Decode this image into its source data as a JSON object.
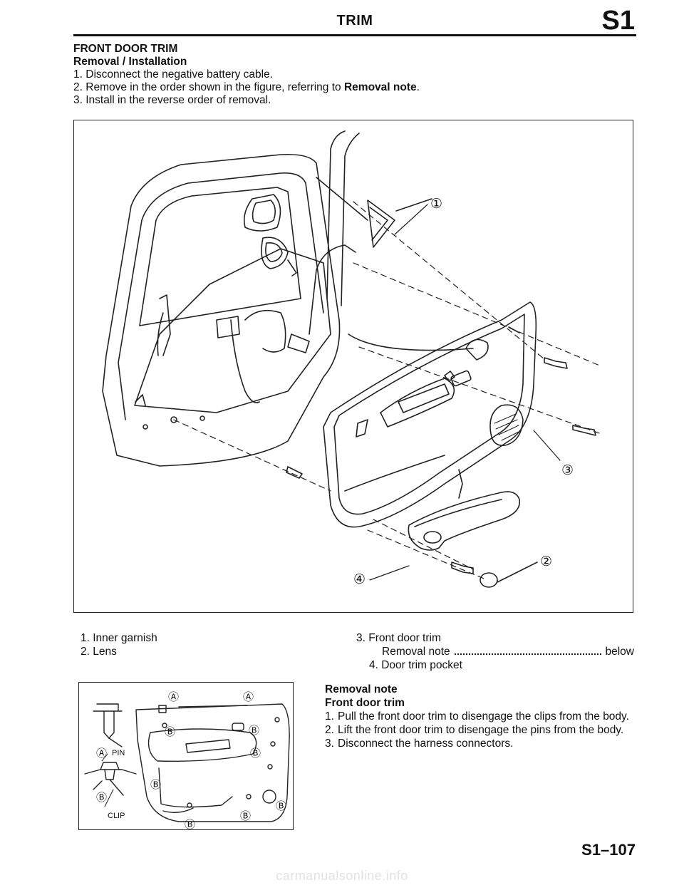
{
  "header": {
    "title": "TRIM",
    "section": "S1"
  },
  "intro": {
    "heading": "FRONT DOOR TRIM",
    "subheading": "Removal / Installation",
    "steps": [
      {
        "num": "1.",
        "text": "Disconnect the negative battery cable."
      },
      {
        "num": "2.",
        "text_before": "Remove in the order shown in the figure, referring to ",
        "bold": "Removal note",
        "text_after": "."
      },
      {
        "num": "3.",
        "text": "Install in the reverse order of removal."
      }
    ]
  },
  "figure_callouts": [
    "①",
    "②",
    "③",
    "④"
  ],
  "legend": {
    "left": [
      "1.  Inner garnish",
      "2.  Lens"
    ],
    "right_item3": "3.  Front door trim",
    "right_note_label": "Removal note",
    "right_note_ref": "below",
    "right_item4": "4.  Door trim pocket"
  },
  "small_figure_labels": {
    "a": "Ⓐ",
    "b": "Ⓑ",
    "pin": "PIN",
    "clip": "CLIP"
  },
  "removal_note": {
    "title": "Removal note",
    "subtitle": "Front door trim",
    "steps": [
      {
        "num": "1.",
        "text": "Pull the front door trim to disengage the clips from the body."
      },
      {
        "num": "2.",
        "text": "Lift the front door trim to disengage the pins from the body."
      },
      {
        "num": "3.",
        "text": "Disconnect the harness connectors."
      }
    ]
  },
  "page_number": "S1–107",
  "watermark": "carmanualsonline.info"
}
